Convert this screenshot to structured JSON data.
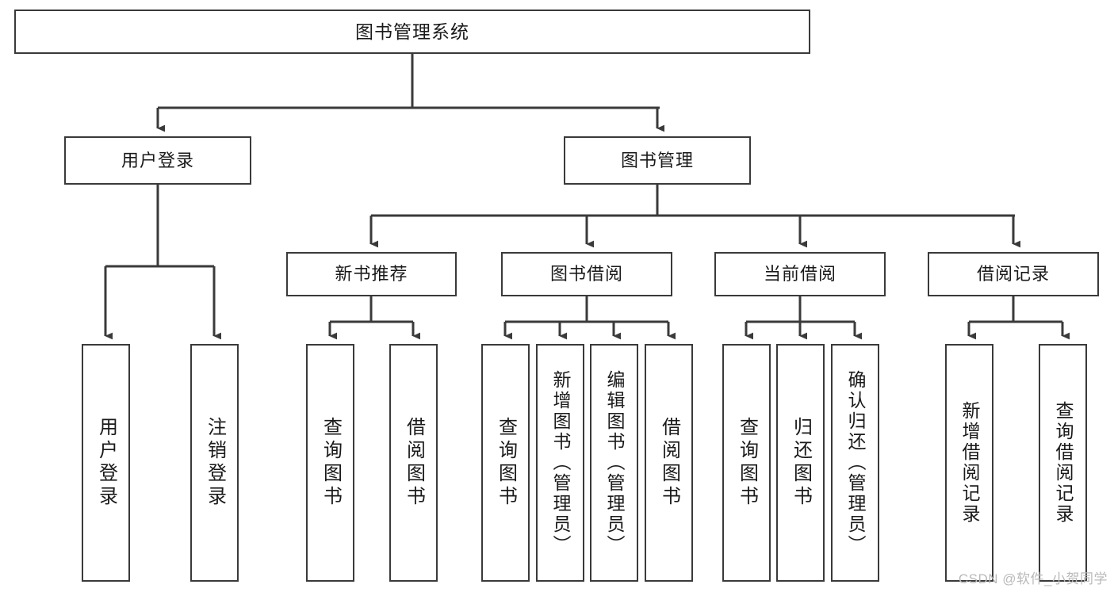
{
  "diagram": {
    "type": "tree",
    "title": "图书管理系统",
    "orientation": "top-down",
    "stroke_color": "#3a3a3a",
    "node_fill": "#ffffff",
    "text_color": "#1a1a1a",
    "nodes": {
      "root": {
        "label": "图书管理系统",
        "level": 1
      },
      "user_login": {
        "label": "用户登录",
        "level": 2
      },
      "book_manage": {
        "label": "图书管理",
        "level": 2
      },
      "new_book_rec": {
        "label": "新书推荐",
        "level": 3
      },
      "book_borrow": {
        "label": "图书借阅",
        "level": 3
      },
      "current_borrow": {
        "label": "当前借阅",
        "level": 3
      },
      "borrow_record": {
        "label": "借阅记录",
        "level": 3
      },
      "leaf_user_login": {
        "label": "用户登录",
        "level": 3
      },
      "leaf_logout": {
        "label": "注销登录",
        "level": 3
      },
      "leaf_query_book_1": {
        "label": "查询图书",
        "level": 4
      },
      "leaf_borrow_book_1": {
        "label": "借阅图书",
        "level": 4
      },
      "leaf_query_book_2": {
        "label": "查询图书",
        "level": 4
      },
      "leaf_add_book": {
        "label": "新增图书（管理员）",
        "level": 4
      },
      "leaf_edit_book": {
        "label": "编辑图书（管理员）",
        "level": 4
      },
      "leaf_borrow_book_2": {
        "label": "借阅图书",
        "level": 4
      },
      "leaf_query_book_3": {
        "label": "查询图书",
        "level": 4
      },
      "leaf_return_book": {
        "label": "归还图书",
        "level": 4
      },
      "leaf_confirm_return": {
        "label": "确认归还（管理员）",
        "level": 4
      },
      "leaf_add_record": {
        "label": "新增借阅记录",
        "level": 4
      },
      "leaf_query_record": {
        "label": "查询借阅记录",
        "level": 4
      }
    },
    "edges": [
      {
        "from": "root",
        "to": "user_login"
      },
      {
        "from": "root",
        "to": "book_manage"
      },
      {
        "from": "user_login",
        "to": "leaf_user_login"
      },
      {
        "from": "user_login",
        "to": "leaf_logout"
      },
      {
        "from": "book_manage",
        "to": "new_book_rec"
      },
      {
        "from": "book_manage",
        "to": "book_borrow"
      },
      {
        "from": "book_manage",
        "to": "current_borrow"
      },
      {
        "from": "book_manage",
        "to": "borrow_record"
      },
      {
        "from": "new_book_rec",
        "to": "leaf_query_book_1"
      },
      {
        "from": "new_book_rec",
        "to": "leaf_borrow_book_1"
      },
      {
        "from": "book_borrow",
        "to": "leaf_query_book_2"
      },
      {
        "from": "book_borrow",
        "to": "leaf_add_book"
      },
      {
        "from": "book_borrow",
        "to": "leaf_edit_book"
      },
      {
        "from": "book_borrow",
        "to": "leaf_borrow_book_2"
      },
      {
        "from": "current_borrow",
        "to": "leaf_query_book_3"
      },
      {
        "from": "current_borrow",
        "to": "leaf_return_book"
      },
      {
        "from": "current_borrow",
        "to": "leaf_confirm_return"
      },
      {
        "from": "borrow_record",
        "to": "leaf_add_record"
      },
      {
        "from": "borrow_record",
        "to": "leaf_query_record"
      }
    ]
  },
  "watermark": {
    "text": "CSDN @软件_小贺同学"
  }
}
